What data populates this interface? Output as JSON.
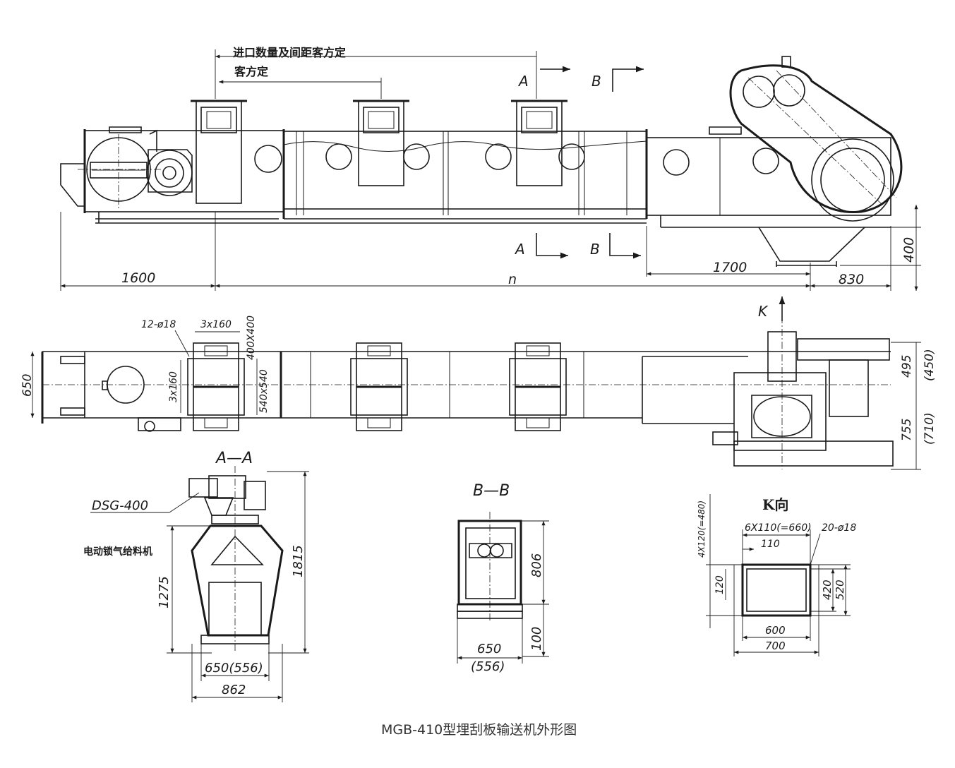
{
  "drawing": {
    "caption": "MGB-410型埋刮板输送机外形图",
    "main_view": {
      "note_inlet_spacing": "进口数量及间距客方定",
      "note_customer": "客方定",
      "section_mark_a": "A",
      "section_mark_b": "B",
      "dim_1600": "1600",
      "dim_n": "n",
      "dim_1700": "1700",
      "dim_830": "830",
      "dim_400": "400"
    },
    "plan_view": {
      "label_holes": "12-ø18",
      "label_3x160_top": "3x160",
      "label_3x160_side": "3x160",
      "label_400x400": "400X400",
      "label_540x540": "540x540",
      "dim_650": "650",
      "view_k": "K",
      "dim_495": "495",
      "dim_450": "(450)",
      "dim_755": "755",
      "dim_710": "(710)"
    },
    "section_aa": {
      "title": "A—A",
      "label_dsg": "DSG-400",
      "label_feeder": "电动锁气给料机",
      "dim_1275": "1275",
      "dim_1815": "1815",
      "dim_650_556": "650(556)",
      "dim_862": "862"
    },
    "section_bb": {
      "title": "B—B",
      "dim_806": "806",
      "dim_100": "100",
      "dim_650": "650",
      "dim_556": "(556)"
    },
    "view_k": {
      "title": "K向",
      "dim_4x120": "4X120(=480)",
      "dim_6x110": "6X110(=660)",
      "dim_holes": "20-ø18",
      "dim_110": "110",
      "dim_120": "120",
      "dim_420": "420",
      "dim_520": "520",
      "dim_600": "600",
      "dim_700": "700"
    }
  }
}
